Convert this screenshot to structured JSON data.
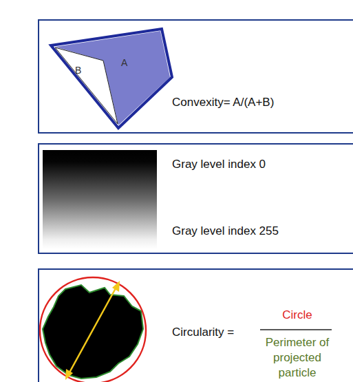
{
  "diagram": {
    "nodes": [
      {
        "text": [
          "Convexity= A/(A+B)"
        ]
      },
      {
        "text": [
          "Gray level index 0",
          "Gray level index 255"
        ]
      },
      {
        "text": [
          "Circularity =",
          "Circle",
          "Perimeter of projected particle"
        ]
      }
    ],
    "labels": [
      "B",
      "A"
    ]
  }
}
